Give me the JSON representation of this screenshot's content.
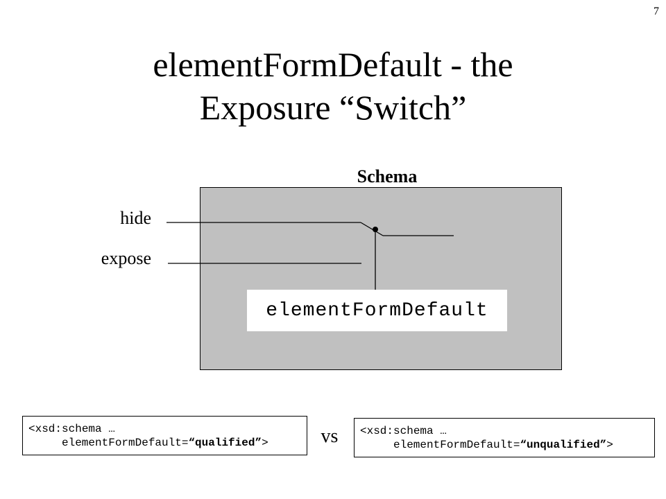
{
  "slide_number": "7",
  "title": {
    "line1": "elementFormDefault - the",
    "line2": "Exposure “Switch”"
  },
  "diagram": {
    "schema_label": "Schema",
    "hide_label": "hide",
    "expose_label": "expose",
    "switch_attribute": "elementFormDefault",
    "box_color": "#c0c0c0"
  },
  "code_left": {
    "line1": "<xsd:schema …",
    "attr_prefix": "elementFormDefault=",
    "open_quote": "“",
    "value": "qualified",
    "close_quote": "”",
    "tail": ">"
  },
  "vs_label": "vs",
  "code_right": {
    "line1": "<xsd:schema …",
    "attr_prefix": "elementFormDefault=",
    "open_quote": "“",
    "value": "unqualified",
    "close_quote": "”",
    "tail": ">"
  }
}
